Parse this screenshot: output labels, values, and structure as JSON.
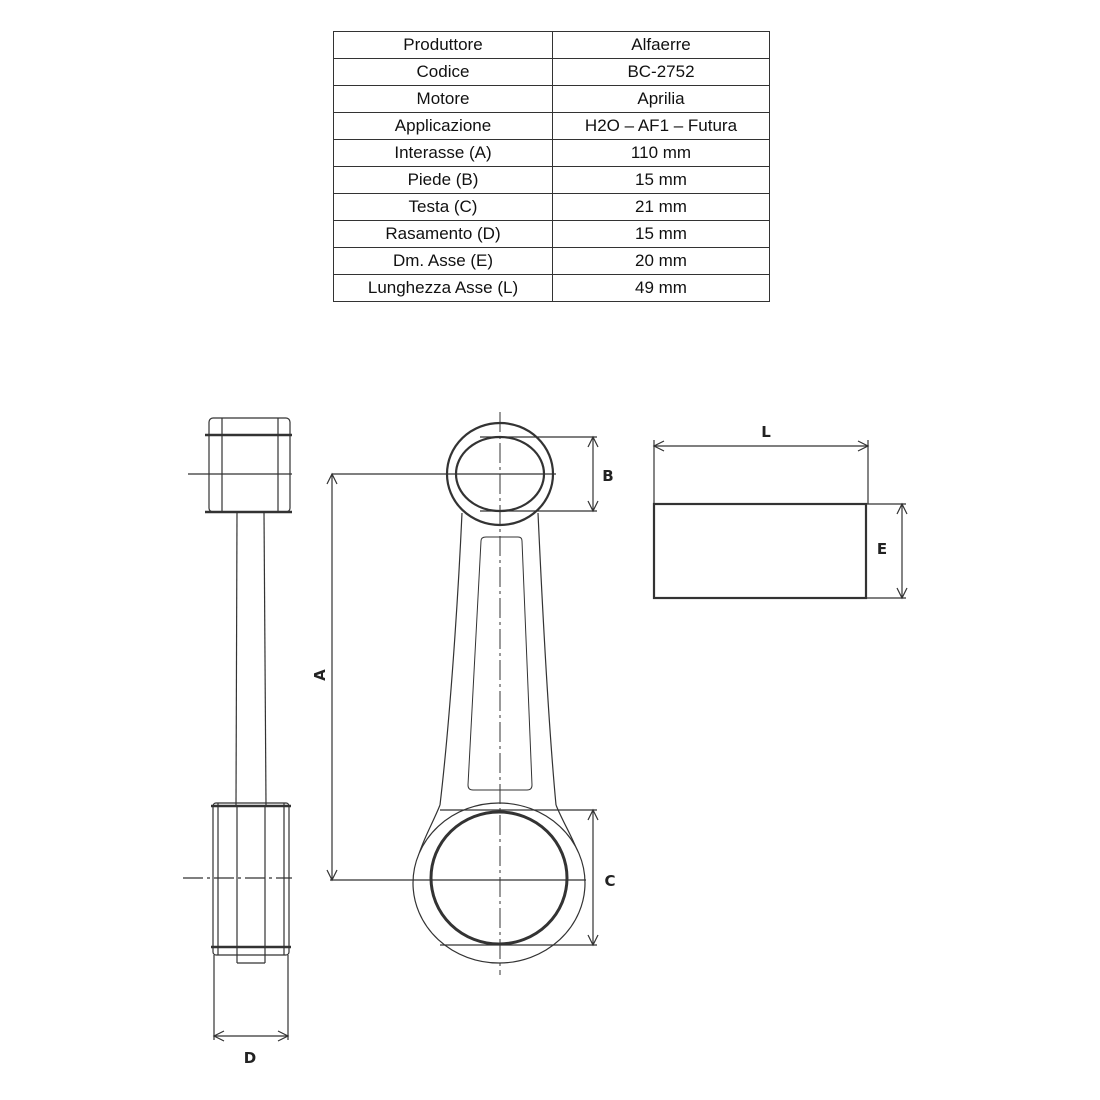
{
  "spec_table": {
    "rows": [
      {
        "label": "Produttore",
        "value": "Alfaerre"
      },
      {
        "label": "Codice",
        "value": "BC-2752"
      },
      {
        "label": "Motore",
        "value": "Aprilia"
      },
      {
        "label": "Applicazione",
        "value": "H2O – AF1 – Futura"
      },
      {
        "label": "Interasse (A)",
        "value": "110 mm"
      },
      {
        "label": "Piede (B)",
        "value": "15 mm"
      },
      {
        "label": "Testa (C)",
        "value": "21 mm"
      },
      {
        "label": "Rasamento (D)",
        "value": "15 mm"
      },
      {
        "label": "Dm. Asse (E)",
        "value": "20 mm"
      },
      {
        "label": "Lunghezza Asse (L)",
        "value": "49 mm"
      }
    ]
  },
  "drawing": {
    "labels": {
      "A": "A",
      "B": "B",
      "C": "C",
      "D": "D",
      "E": "E",
      "L": "L"
    }
  }
}
